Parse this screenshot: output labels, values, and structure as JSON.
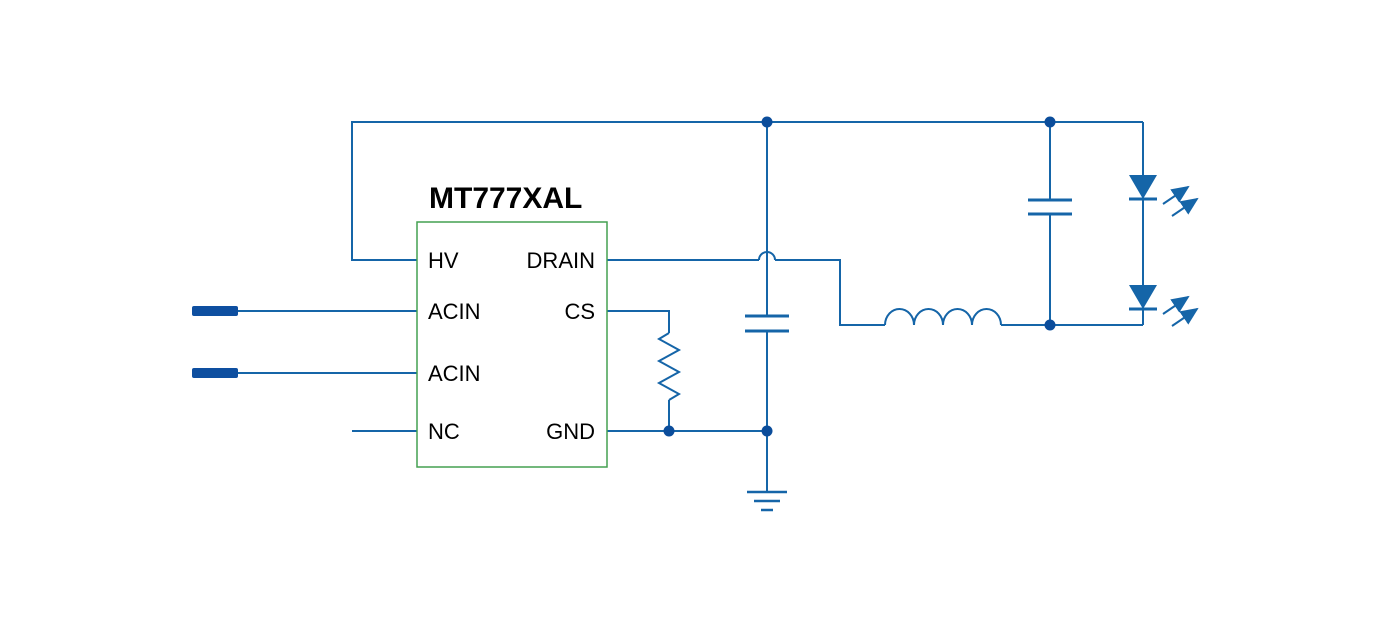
{
  "diagram": {
    "title": "MT777XAL",
    "ic": {
      "left_pins": [
        "HV",
        "ACIN",
        "ACIN",
        "NC"
      ],
      "right_pins": [
        "DRAIN",
        "CS",
        "GND"
      ]
    },
    "components": [
      {
        "name": "ac-input-terminal-top"
      },
      {
        "name": "ac-input-terminal-bottom"
      },
      {
        "name": "cs-resistor"
      },
      {
        "name": "drain-node-capacitor"
      },
      {
        "name": "output-capacitor"
      },
      {
        "name": "inductor"
      },
      {
        "name": "led-1"
      },
      {
        "name": "led-2"
      },
      {
        "name": "ground-symbol"
      },
      {
        "name": "wire-crossover-hop"
      }
    ],
    "colors": {
      "wire": "#1565a8",
      "node": "#0b4d9b",
      "terminal": "#0e4fa0",
      "ic-border": "#44a050",
      "text": "#000000",
      "background": "#ffffff"
    }
  }
}
